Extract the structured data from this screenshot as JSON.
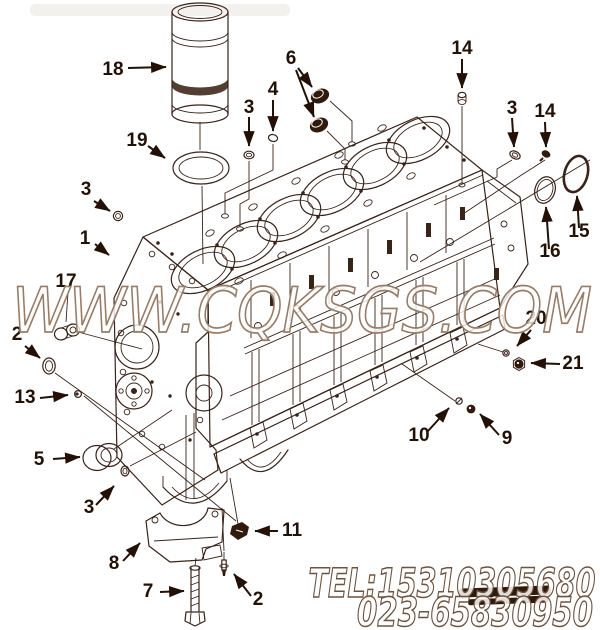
{
  "watermark": {
    "text": "WWW.CQKSGS.COM"
  },
  "contact": {
    "line1": "TEL:15310305680",
    "line2": "023-65830950"
  },
  "callouts": {
    "c18": "18",
    "c19": "19",
    "c3_top": "3",
    "c4": "4",
    "c6": "6",
    "c14_left": "14",
    "c3_right": "3",
    "c14_right": "14",
    "c15": "15",
    "c16": "16",
    "c1": "1",
    "c3_left": "3",
    "c17": "17",
    "c2_left": "2",
    "c13": "13",
    "c5": "5",
    "c3_bottom": "3",
    "c8": "8",
    "c7": "7",
    "c11": "11",
    "c2_bottom": "2",
    "c10": "10",
    "c9": "9",
    "c20": "20",
    "c21": "21"
  },
  "colors": {
    "line": "#3a2317",
    "label": "#241105",
    "watermark_outline": "#9a7c66",
    "contact_outline": "#6f523c",
    "stamp": "#301a0c",
    "background": "#ffffff"
  }
}
